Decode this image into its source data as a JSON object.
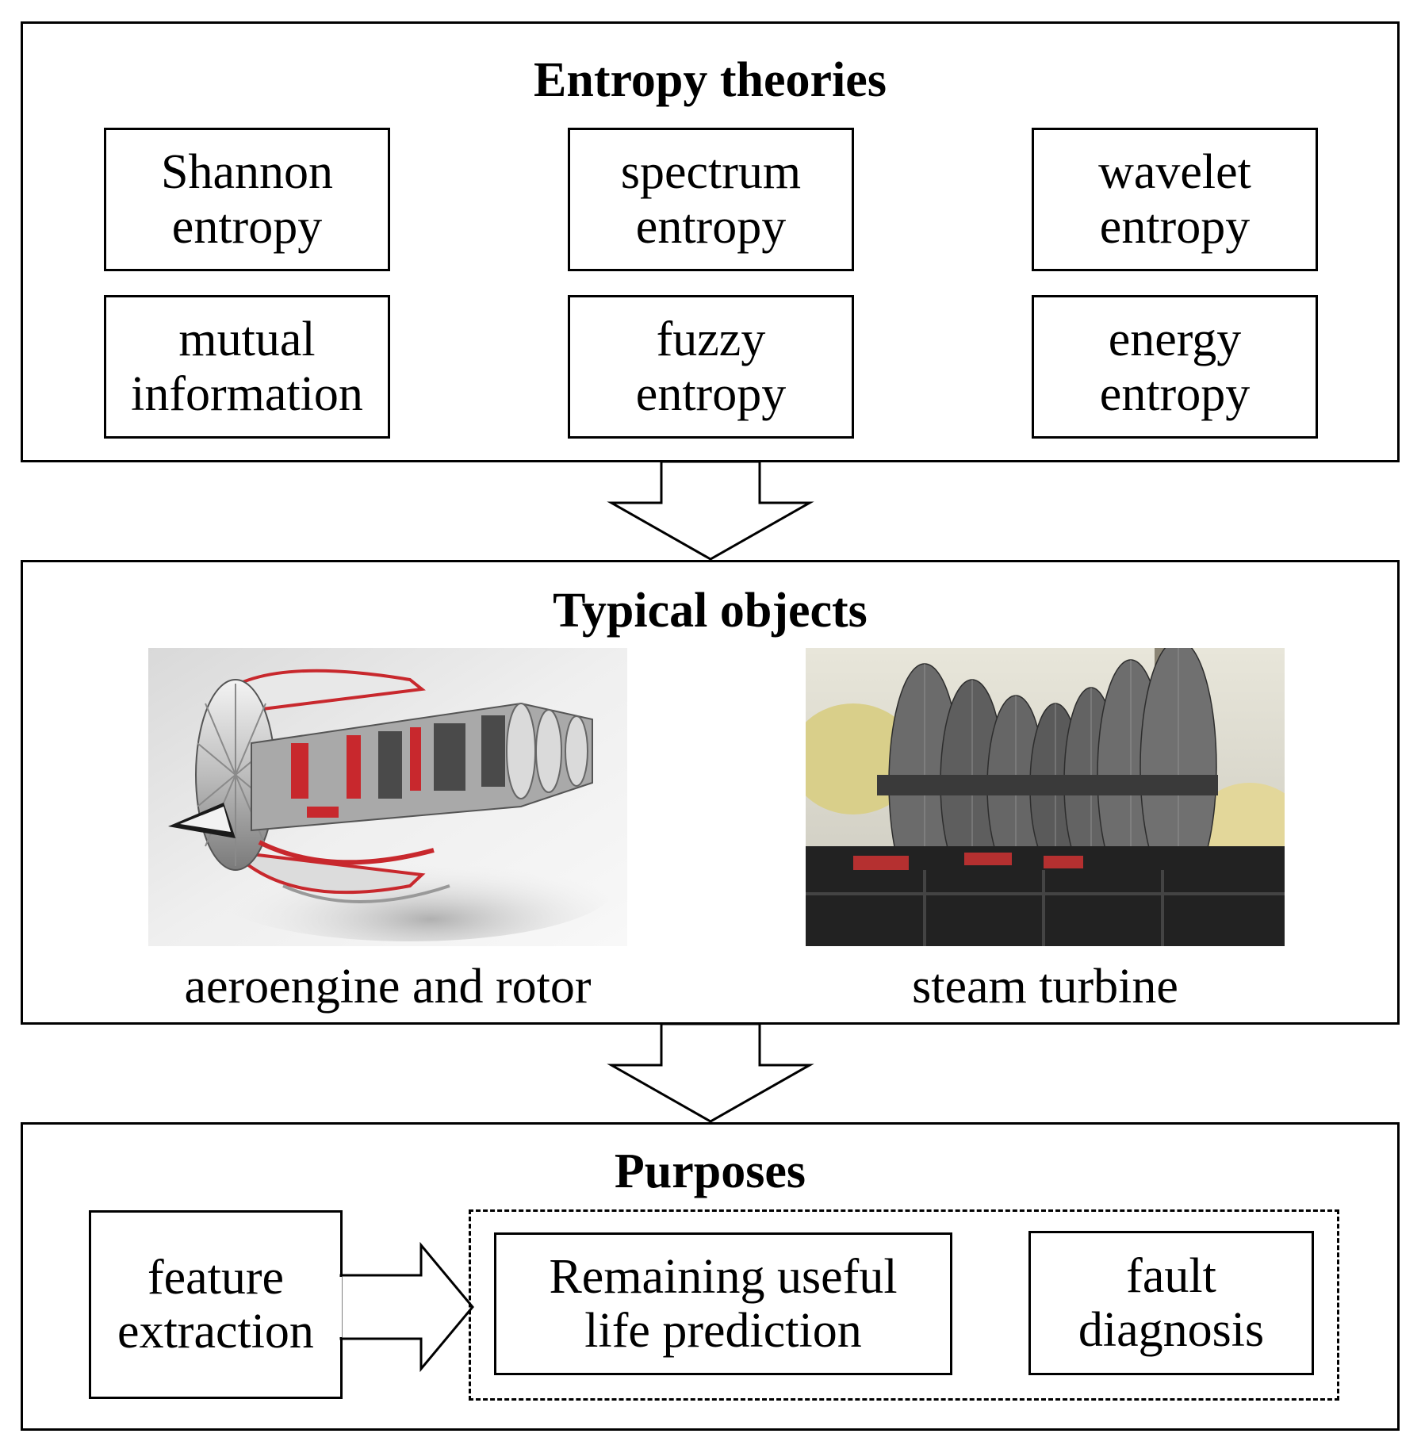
{
  "panels": {
    "theories": {
      "title": "Entropy theories",
      "items": [
        {
          "line1": "Shannon",
          "line2": "entropy"
        },
        {
          "line1": "spectrum",
          "line2": "entropy"
        },
        {
          "line1": "wavelet",
          "line2": "entropy"
        },
        {
          "line1": "mutual",
          "line2": "information"
        },
        {
          "line1": "fuzzy",
          "line2": "entropy"
        },
        {
          "line1": "energy",
          "line2": "entropy"
        }
      ]
    },
    "objects": {
      "title": "Typical objects",
      "items": [
        {
          "caption": "aeroengine and rotor",
          "icon": "aeroengine-cutaway-photo"
        },
        {
          "caption": "steam turbine",
          "icon": "steam-turbine-rotor-photo"
        }
      ]
    },
    "purposes": {
      "title": "Purposes",
      "source": {
        "line1": "feature",
        "line2": "extraction"
      },
      "targets": [
        {
          "line1": "Remaining useful",
          "line2": "life prediction"
        },
        {
          "line1": "fault",
          "line2": "diagnosis"
        }
      ]
    }
  },
  "colors": {
    "line": "#000000",
    "background": "#ffffff",
    "accent_red": "#c8282d"
  }
}
